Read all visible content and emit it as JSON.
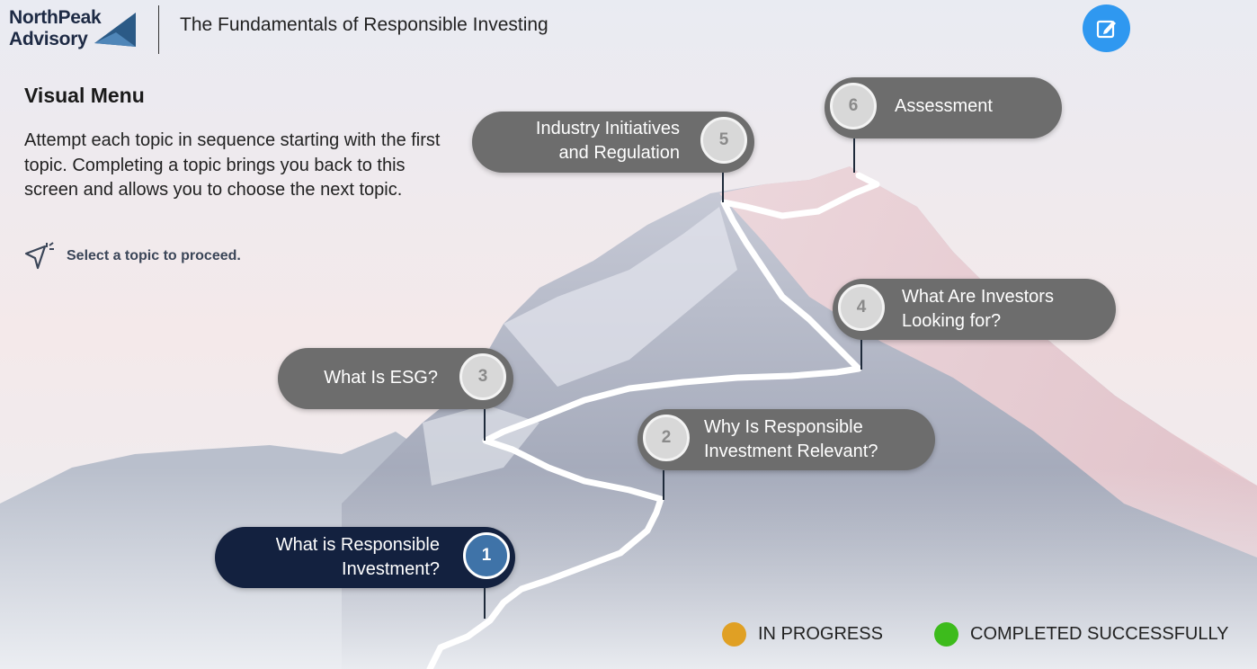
{
  "header": {
    "logo_line1": "NorthPeak",
    "logo_line2": "Advisory",
    "course_title": "The Fundamentals of Responsible Investing",
    "notes_icon": "edit-note-icon"
  },
  "intro": {
    "title": "Visual Menu",
    "description": "Attempt each topic in sequence starting with the first topic. Completing a topic brings you back to this screen and allows you to choose the next topic.",
    "hint": "Select a topic to proceed.",
    "hint_icon": "pointer-sparkle-icon"
  },
  "topics": [
    {
      "number": "1",
      "line1": "What is Responsible",
      "line2": "Investment?",
      "state": "active"
    },
    {
      "number": "2",
      "line1": "Why Is Responsible",
      "line2": "Investment Relevant?",
      "state": "locked"
    },
    {
      "number": "3",
      "line1": "What Is ESG?",
      "line2": "",
      "state": "locked"
    },
    {
      "number": "4",
      "line1": "What Are Investors",
      "line2": "Looking for?",
      "state": "locked"
    },
    {
      "number": "5",
      "line1": "Industry Initiatives",
      "line2": "and Regulation",
      "state": "locked"
    },
    {
      "number": "6",
      "line1": "Assessment",
      "line2": "",
      "state": "locked"
    }
  ],
  "legend": {
    "in_progress": "IN PROGRESS",
    "completed": "COMPLETED SUCCESSFULLY"
  },
  "colors": {
    "active_pill": "#13213f",
    "locked_pill": "#6d6d6d",
    "in_progress": "#e0a024",
    "completed": "#3dbb1c",
    "notes_button": "#2f98f0"
  }
}
